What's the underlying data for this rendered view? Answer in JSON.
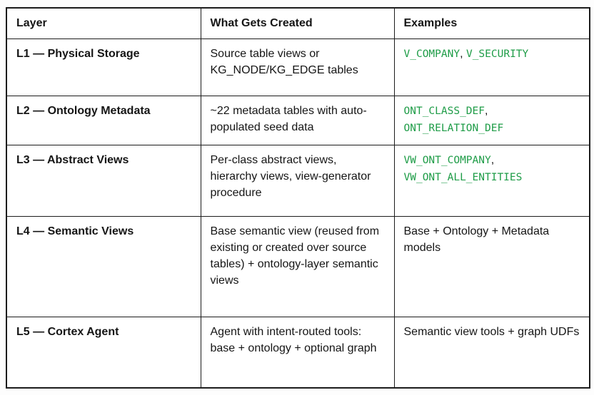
{
  "colors": {
    "code_green": "#1e9c47",
    "border": "#1c1c1c",
    "text": "#151515"
  },
  "table": {
    "headers": {
      "layer": "Layer",
      "created": "What Gets Created",
      "examples": "Examples"
    },
    "rows": [
      {
        "layer": "L1 — Physical Storage",
        "created": "Source table views or KG_NODE/KG_EDGE tables",
        "examples": [
          {
            "kind": "code",
            "text": "V_COMPANY"
          },
          {
            "kind": "plain",
            "text": ", "
          },
          {
            "kind": "code",
            "text": "V_SECURITY"
          }
        ]
      },
      {
        "layer": "L2 — Ontology Metadata",
        "created": "~22 metadata tables with auto-populated seed data",
        "examples": [
          {
            "kind": "code",
            "text": "ONT_CLASS_DEF"
          },
          {
            "kind": "plain",
            "text": ", "
          },
          {
            "kind": "code",
            "text": "ONT_RELATION_DEF"
          }
        ]
      },
      {
        "layer": "L3 — Abstract Views",
        "created": "Per-class abstract views, hierarchy views, view-generator procedure",
        "examples": [
          {
            "kind": "code",
            "text": "VW_ONT_COMPANY"
          },
          {
            "kind": "plain",
            "text": ", "
          },
          {
            "kind": "code",
            "text": "VW_ONT_ALL_ENTITIES"
          }
        ]
      },
      {
        "layer": "L4 — Semantic Views",
        "created": "Base semantic view (reused from existing or created over source tables) + ontology-layer semantic views",
        "examples": [
          {
            "kind": "plain",
            "text": "Base + Ontology + Metadata models"
          }
        ]
      },
      {
        "layer": "L5 — Cortex Agent",
        "created": "Agent with intent-routed tools: base + ontology + optional graph",
        "examples": [
          {
            "kind": "plain",
            "text": "Semantic view tools + graph UDFs"
          }
        ]
      }
    ]
  }
}
